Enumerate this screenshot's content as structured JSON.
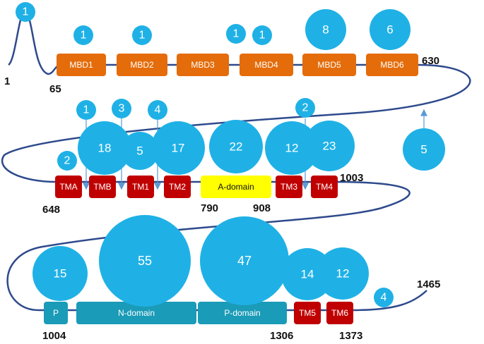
{
  "colors": {
    "line": "#2E4A8C",
    "bubble": "#1FB1E6",
    "orange": "#E46C0A",
    "red": "#C00000",
    "yellow": "#FFFF00",
    "teal": "#1A9BB8",
    "arrow": "#5B9BD5"
  },
  "domains": {
    "mbd1": "MBD1",
    "mbd2": "MBD2",
    "mbd3": "MBD3",
    "mbd4": "MBD4",
    "mbd5": "MBD5",
    "mbd6": "MBD6",
    "tma": "TMA",
    "tmb": "TMB",
    "tm1": "TM1",
    "tm2": "TM2",
    "a_domain": "A-domain",
    "tm3": "TM3",
    "tm4": "TM4",
    "p": "P",
    "n_domain": "N-domain",
    "p_domain": "P-domain",
    "tm5": "TM5",
    "tm6": "TM6"
  },
  "positions": {
    "pos_1": "1",
    "pos_65": "65",
    "pos_630": "630",
    "pos_648": "648",
    "pos_790": "790",
    "pos_908": "908",
    "pos_1003": "1003",
    "pos_1004": "1004",
    "pos_1306": "1306",
    "pos_1373": "1373",
    "pos_1465": "1465"
  },
  "counts": {
    "nterm": "1",
    "mbd1": "1",
    "mbd2": "1",
    "mbd3": "1",
    "mbd4": "1",
    "mbd5": "8",
    "mbd6": "6",
    "arrow_tmb": "1",
    "arrow_tm1": "3",
    "arrow_tm2": "4",
    "arrow_tm4": "2",
    "loop2": "5",
    "tma": "2",
    "tm1": "18",
    "tm1b": "5",
    "tm2": "17",
    "adomain": "22",
    "tm3": "12",
    "tm4": "23",
    "p": "15",
    "ndomain": "55",
    "pdomain": "47",
    "tm5": "14",
    "tm6": "12",
    "cterm": "4"
  }
}
